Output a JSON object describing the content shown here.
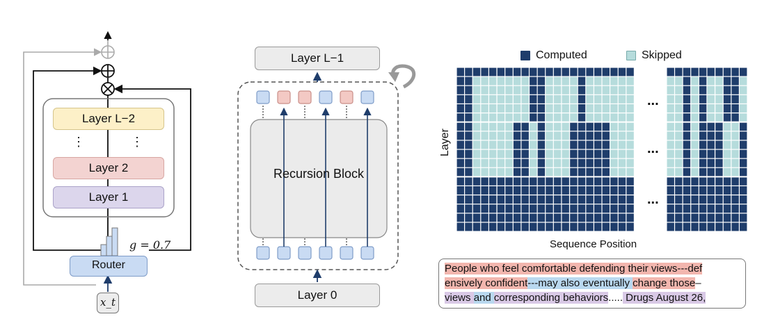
{
  "left_panel": {
    "layer_top": "Layer L−2",
    "layer_mid": "Layer 2",
    "layer_bot": "Layer 1",
    "router": "Router",
    "gate": "g = 0.7",
    "input": "x_t",
    "colors": {
      "layer_top": "#fdf0c8",
      "layer_mid": "#f3d3d1",
      "layer_bot": "#dcd6ec",
      "router": "#c9dbf3"
    }
  },
  "middle_panel": {
    "top_layer": "Layer L−1",
    "block": "Recursion Block",
    "bottom_layer": "Layer 0",
    "token_colors_top": [
      "blue",
      "red",
      "red",
      "blue",
      "red",
      "blue"
    ]
  },
  "right_panel": {
    "legend": {
      "computed": "Computed",
      "skipped": "Skipped"
    },
    "y_label": "Layer",
    "x_label": "Sequence Position",
    "ellipsis": "...",
    "colors": {
      "computed": "#1f3d6b",
      "skipped": "#b6dcdc"
    }
  },
  "text_sample": {
    "line1": [
      {
        "t": "People who feel comfortable defending their views---def",
        "c": "r"
      }
    ],
    "line2": [
      {
        "t": "ensively confident",
        "c": "r"
      },
      {
        "t": "---may also eventually ",
        "c": "b"
      },
      {
        "t": "change those",
        "c": "r"
      },
      {
        "t": "–",
        "c": ""
      }
    ],
    "line3": [
      {
        "t": "views ",
        "c": "p"
      },
      {
        "t": "and ",
        "c": "b"
      },
      {
        "t": "corresponding behaviors",
        "c": "p"
      },
      {
        "t": ".....",
        "c": ""
      },
      {
        "t": " Drugs August 26,",
        "c": "p"
      }
    ]
  }
}
